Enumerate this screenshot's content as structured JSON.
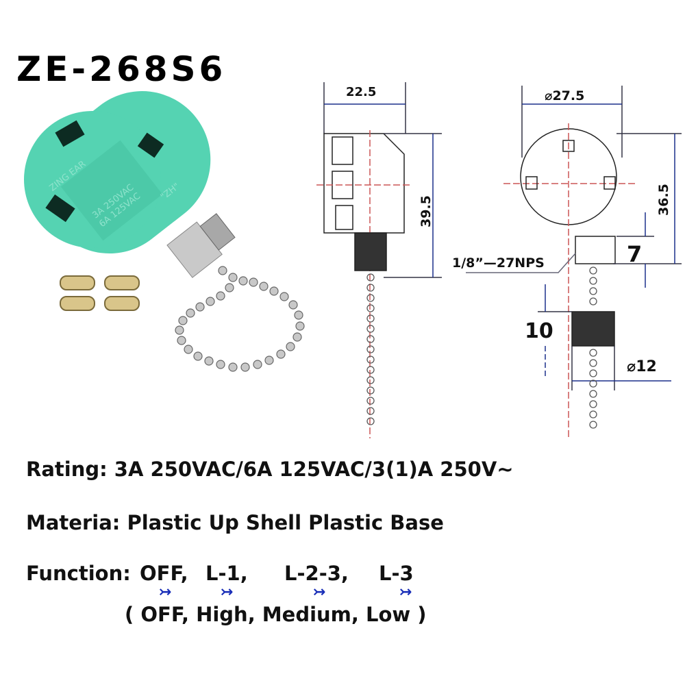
{
  "title": "ZE-268S6",
  "product_photo": {
    "brand_marking": "ZING EAR",
    "rating_marking": [
      "3A 250VAC",
      "6A 125VAC"
    ],
    "model_marking": "\"ZH\"",
    "body_color": "#55d3b2"
  },
  "side_view": {
    "width": "22.5",
    "height": "39.5"
  },
  "front_view": {
    "diameter": "⌀27.5",
    "height": "36.5",
    "thread": "1/8”—27NPS",
    "stem_height": "7",
    "nut_height": "10",
    "nut_diameter": "⌀12"
  },
  "specs": {
    "rating": "Rating: 3A 250VAC/6A 125VAC/3(1)A 250V~",
    "material": "Materia: Plastic Up Shell Plastic Base"
  },
  "function": {
    "label": "Function:",
    "positions": [
      "OFF,",
      "L-1,",
      "L-2-3,",
      "L-3"
    ],
    "arrow": "↣",
    "meanings": "( OFF, High, Medium, Low )",
    "arrow_color": "#1a2fb8"
  }
}
